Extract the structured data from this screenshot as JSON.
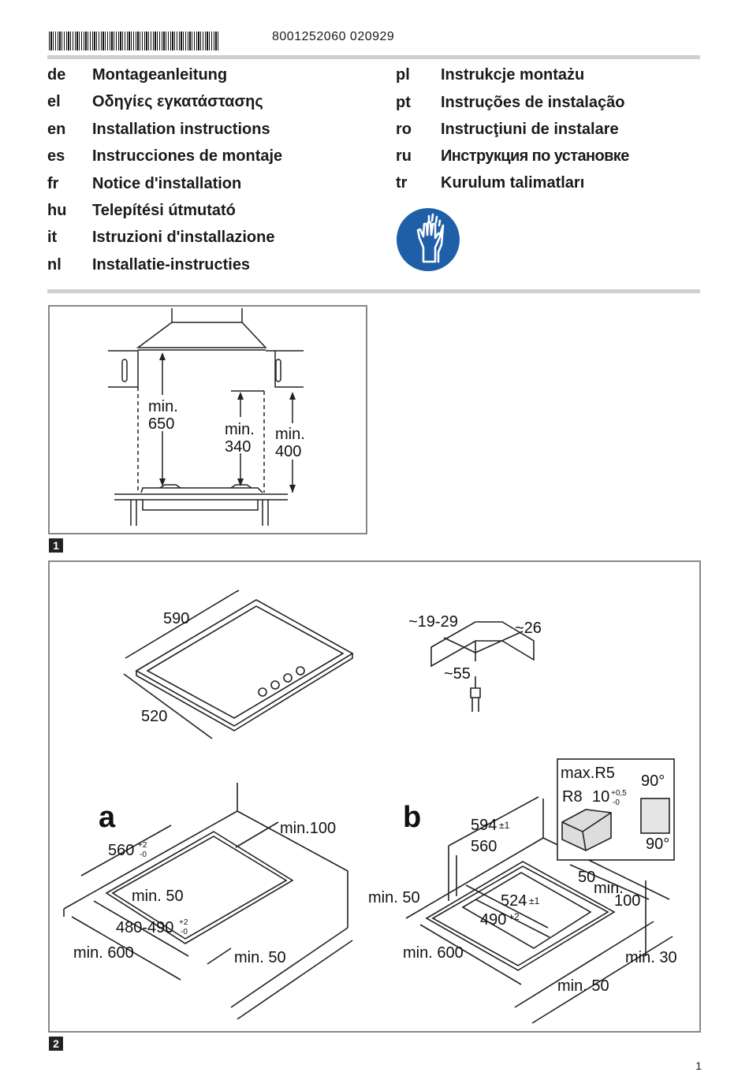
{
  "header": {
    "document_number": "8001252060 020929"
  },
  "languages_left": [
    {
      "code": "de",
      "title": "Montageanleitung"
    },
    {
      "code": "el",
      "title": "Οδηγίες εγκατάστασης"
    },
    {
      "code": "en",
      "title": "Installation instructions"
    },
    {
      "code": "es",
      "title": "Instrucciones de montaje"
    },
    {
      "code": "fr",
      "title": "Notice d'installation"
    },
    {
      "code": "hu",
      "title": "Telepítési útmutató"
    },
    {
      "code": "it",
      "title": "Istruzioni d'installazione"
    },
    {
      "code": "nl",
      "title": "Installatie-instructies"
    }
  ],
  "languages_right": [
    {
      "code": "pl",
      "title": "Instrukcje montażu"
    },
    {
      "code": "pt",
      "title": "Instruções de instalação"
    },
    {
      "code": "ro",
      "title": "Instrucţiuni de instalare"
    },
    {
      "code": "ru",
      "title": "Инструкция по установке"
    },
    {
      "code": "tr",
      "title": "Kurulum talimatları"
    }
  ],
  "safety_icon": {
    "name": "wear-gloves-icon",
    "color": "#1f5fa8"
  },
  "figure1": {
    "number": "1",
    "labels": {
      "min": "min.",
      "h650": "650",
      "h340": "340",
      "h400": "400"
    }
  },
  "figure2": {
    "number": "2",
    "top_left": {
      "width": "590",
      "depth": "520"
    },
    "top_right": {
      "range": "~19-29",
      "offset": "~26",
      "depth": "~55"
    },
    "a": {
      "letter": "a",
      "min100": "min.100",
      "width_main": "560",
      "width_tol": "+2\n-0",
      "min50_a": "min. 50",
      "depth_main": "480-490",
      "depth_tol": "+2\n-0",
      "min600": "min. 600",
      "min50_b": "min. 50"
    },
    "b": {
      "letter": "b",
      "outer": "594",
      "outer_tol": "±1",
      "inner": "560",
      "min50_left": "min. 50",
      "depth1": "524",
      "depth1_tol": "±1",
      "depth2": "490",
      "depth2_tol": "+2",
      "min600": "min. 600",
      "min50_bottom": "min. 50",
      "min30": "min. 30",
      "d50": "50",
      "min100_a": "min.",
      "min100_b": "100",
      "detail": {
        "maxr5": "max.R5",
        "r8": "R8",
        "ten": "10",
        "ten_tol_top": "+0,5",
        "ten_tol_bot": "-0",
        "angle_top": "90°",
        "angle_bottom": "90°"
      }
    }
  },
  "footer": {
    "page_number": "1"
  }
}
